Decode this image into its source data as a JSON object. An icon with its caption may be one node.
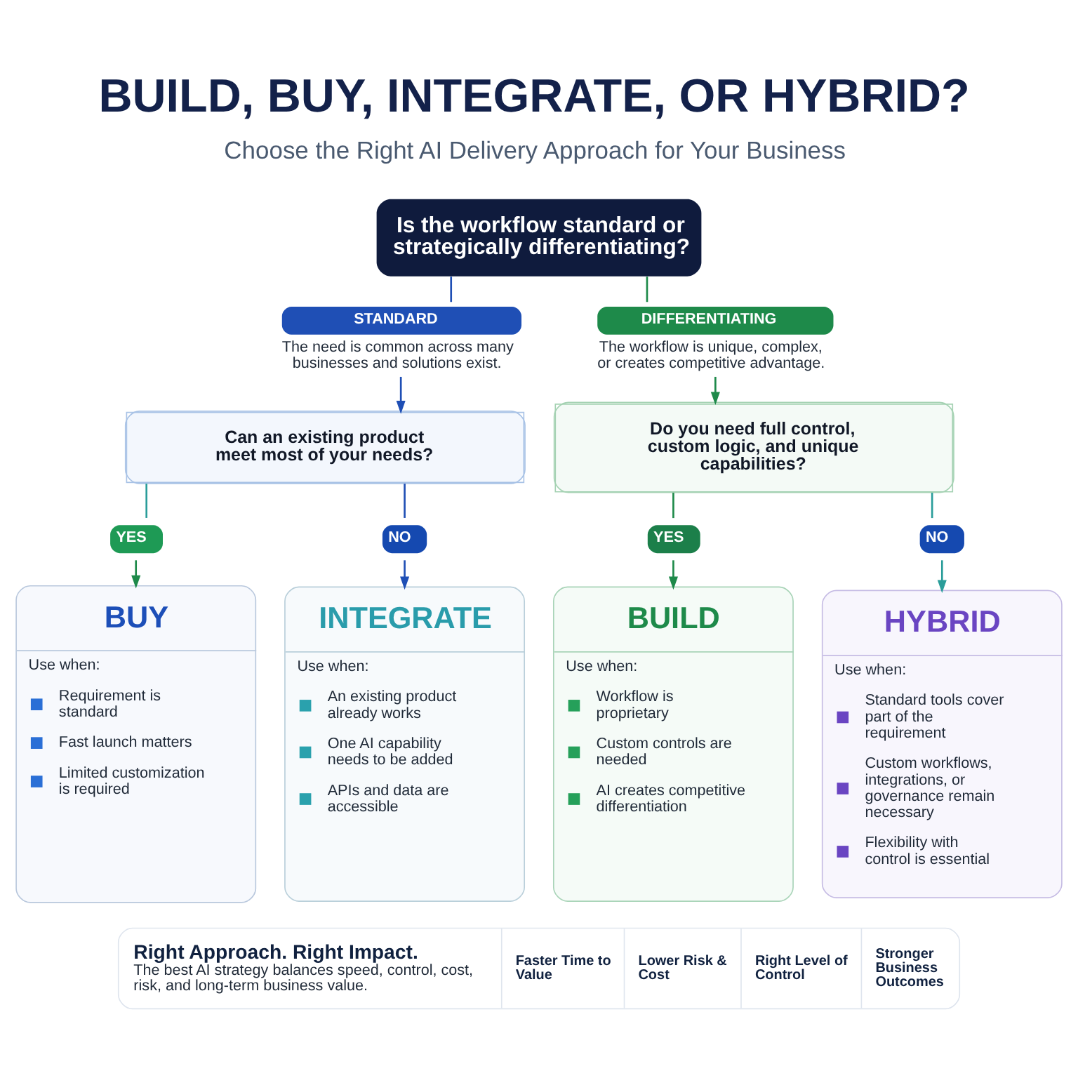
{
  "diagram": {
    "title": "BUILD, BUY, INTEGRATE, OR HYBRID?",
    "nodes": [
      {
        "text": [
          "Is the workflow standard or strategically differentiating?"
        ]
      },
      {
        "text": [
          "STANDARD"
        ],
        "beside": [
          "The need is common across many businesses and solutions exist."
        ]
      },
      {
        "text": [
          "DIFFERENTIATING"
        ],
        "beside": [
          "The workflow is unique, complex, or creates competitive advantage."
        ]
      },
      {
        "text": [
          "Can an existing product meet most of your needs?"
        ]
      },
      {
        "text": [
          "Do you need full control, custom logic, and unique capabilities?"
        ]
      },
      {
        "text": [
          "YES"
        ]
      },
      {
        "text": [
          "NO"
        ]
      },
      {
        "text": [
          "YES"
        ]
      },
      {
        "text": [
          "NO"
        ]
      },
      {
        "text": [
          "BUY",
          "Use when:",
          "Requirement is standard",
          "Fast launch matters",
          "Limited customization is required"
        ]
      },
      {
        "text": [
          "INTEGRATE",
          "Use when:",
          "An existing product already works",
          "One AI capability needs to be added",
          "APIs and data are accessible"
        ]
      },
      {
        "text": [
          "BUILD",
          "Use when:",
          "Workflow is proprietary",
          "Custom controls are needed",
          "AI creates competitive differentiation"
        ]
      },
      {
        "text": [
          "HYBRID",
          "Use when:",
          "Standard tools cover part of the requirement",
          "Custom workflows, integrations, or governance remain necessary",
          "Flexibility with control is essential"
        ]
      },
      {
        "text": [
          "Right Approach. Right Impact.",
          "The best AI strategy balances speed, control, cost, risk, and long-term business value.",
          "Faster Time to Value",
          "Lower Risk & Cost",
          "Right Level of Control",
          "Stronger Business Outcomes"
        ]
      }
    ],
    "edges": [
      {
        "from": 0,
        "to": 1,
        "arrow": "none",
        "color": "#1f4fb5"
      },
      {
        "from": 0,
        "to": 2,
        "arrow": "none"
      },
      {
        "from": 1,
        "to": 3,
        "arrow": "to",
        "color": "#1f4fb5"
      },
      {
        "from": 2,
        "to": 4,
        "arrow": "to"
      },
      {
        "from": 3,
        "to": 5,
        "arrow": "none",
        "color": "#2a9d9a"
      },
      {
        "from": 3,
        "to": 6,
        "arrow": "none",
        "color": "#1f4fb5"
      },
      {
        "from": 4,
        "to": 7,
        "arrow": "none"
      },
      {
        "from": 4,
        "to": 8,
        "arrow": "none",
        "color": "#2a9d9a"
      },
      {
        "from": 5,
        "to": 9,
        "arrow": "to"
      },
      {
        "from": 6,
        "to": 10,
        "arrow": "to",
        "color": "#1f4fb5"
      },
      {
        "from": 7,
        "to": 11,
        "arrow": "to"
      },
      {
        "from": 8,
        "to": 12,
        "arrow": "to",
        "color": "#2a9d9a"
      }
    ],
    "labels": [
      "Choose the Right AI Delivery Approach for Your Business"
    ]
  }
}
